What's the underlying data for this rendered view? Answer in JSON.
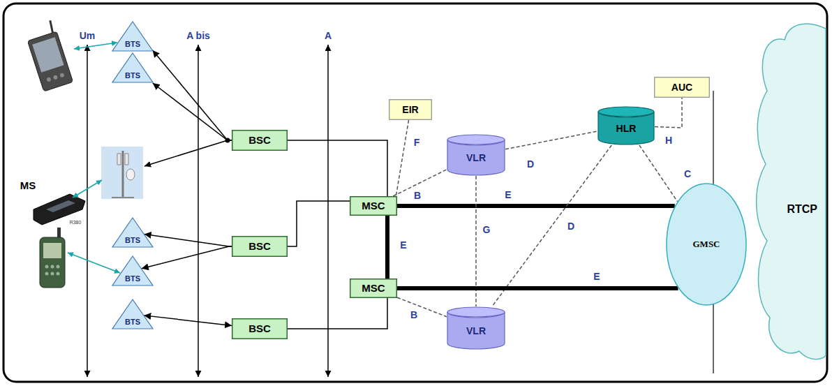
{
  "diagram": {
    "nodes": [
      {
        "text": [
          "BTS"
        ]
      },
      {
        "text": [
          "BTS"
        ]
      },
      {
        "text": [
          "BTS"
        ]
      },
      {
        "text": [
          "BTS"
        ]
      },
      {
        "text": [
          "BTS"
        ]
      },
      {
        "text": [
          "BSC"
        ]
      },
      {
        "text": [
          "BSC"
        ]
      },
      {
        "text": [
          "BSC"
        ]
      },
      {
        "text": [
          "EIR"
        ]
      },
      {
        "text": [
          "AUC"
        ]
      },
      {
        "text": [
          "HLR"
        ]
      },
      {
        "text": [
          "VLR"
        ]
      },
      {
        "text": [
          "MSC"
        ]
      },
      {
        "text": [
          "MSC"
        ]
      },
      {
        "text": [
          "VLR"
        ]
      },
      {
        "text": [
          "GMSC"
        ]
      },
      {
        "text": [
          "RTCP"
        ]
      }
    ],
    "edges": [
      {
        "from": 5,
        "to": 0,
        "arrow": "to"
      },
      {
        "from": 5,
        "to": 1,
        "arrow": "to"
      },
      {
        "from": 6,
        "to": 2,
        "arrow": "to"
      },
      {
        "from": 6,
        "to": 3,
        "arrow": "to"
      },
      {
        "from": 4,
        "to": 7,
        "arrow": "both"
      },
      {
        "from": 5,
        "to": 12,
        "arrow": "none"
      },
      {
        "from": 6,
        "to": 12,
        "arrow": "none"
      },
      {
        "from": 7,
        "to": 13,
        "arrow": "none"
      },
      {
        "from": 12,
        "to": 13,
        "label": "E",
        "arrow": "none"
      },
      {
        "from": 8,
        "to": 12,
        "label": "F",
        "arrow": "none"
      },
      {
        "from": 12,
        "to": 11,
        "label": "B",
        "arrow": "none"
      },
      {
        "from": 11,
        "to": 10,
        "label": "D",
        "arrow": "none"
      },
      {
        "from": 12,
        "to": 15,
        "label": "E",
        "arrow": "none"
      },
      {
        "from": 11,
        "to": 14,
        "label": "G",
        "arrow": "none"
      },
      {
        "from": 10,
        "to": 14,
        "label": "D",
        "arrow": "none"
      },
      {
        "from": 10,
        "to": 15,
        "label": "C",
        "arrow": "none"
      },
      {
        "from": 10,
        "to": 9,
        "label": "H",
        "arrow": "none"
      },
      {
        "from": 13,
        "to": 15,
        "label": "E",
        "arrow": "none"
      },
      {
        "from": 13,
        "to": 14,
        "label": "B",
        "arrow": "none"
      }
    ],
    "labels": [
      "Um",
      "A bis",
      "A",
      "MS",
      "R380"
    ]
  }
}
